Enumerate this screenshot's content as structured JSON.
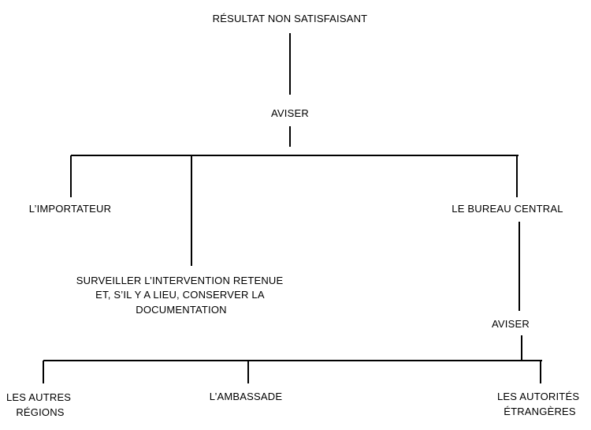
{
  "nodes": {
    "root": "RÉSULTAT NON SATISFAISANT",
    "aviser_1": "AVISER",
    "importateur": "L’IMPORTATEUR",
    "surveiller": [
      "SURVEILLER L’INTERVENTION RETENUE",
      "ET, S’IL Y A LIEU, CONSERVER LA",
      "DOCUMENTATION"
    ],
    "bureau_central": "LE BUREAU CENTRAL",
    "aviser_2": "AVISER",
    "autres_regions": [
      "LES AUTRES",
      "RÉGIONS"
    ],
    "ambassade": "L’AMBASSADE",
    "autorites": [
      "LES AUTORITÉS",
      "ÉTRANGÈRES"
    ]
  }
}
